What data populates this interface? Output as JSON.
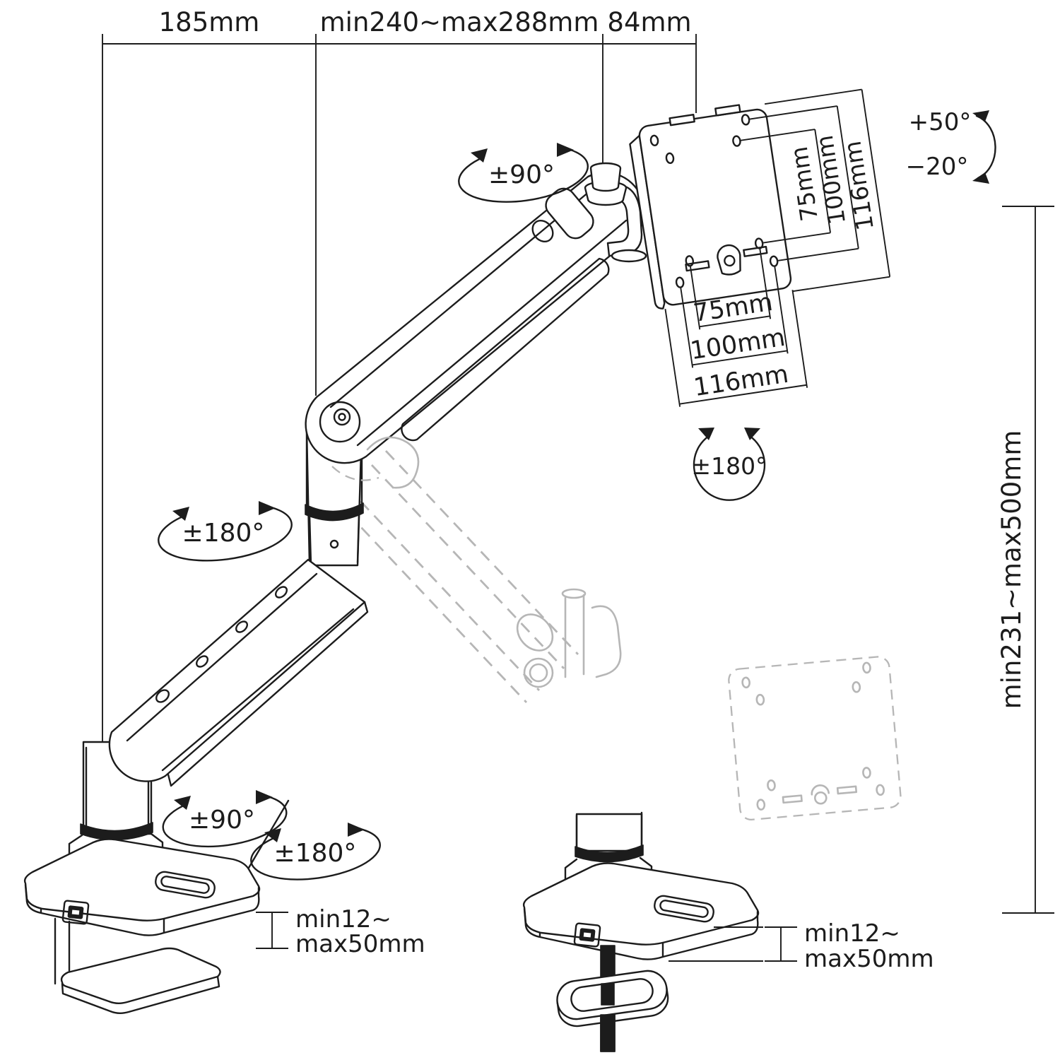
{
  "title": "Monitor arm mount dimension diagram",
  "dims": {
    "top_left": "185mm",
    "top_mid": "min240~max288mm",
    "top_right": "84mm",
    "height": "min231~max500mm",
    "vesa_side_75": "75mm",
    "vesa_side_100": "100mm",
    "vesa_side_116": "116mm",
    "vesa_bottom_75": "75mm",
    "vesa_bottom_100": "100mm",
    "vesa_bottom_116": "116mm",
    "clamp_min": "min12~",
    "clamp_max": "max50mm",
    "grommet_min": "min12~",
    "grommet_max": "max50mm"
  },
  "angles": {
    "tilt_up": "+50°",
    "tilt_down": "−20°",
    "head_swivel": "±90°",
    "vesa_rotation": "±180°",
    "elbow_rotation": "±180°",
    "base_swivel": "±90°",
    "base_rotation": "±180°"
  },
  "colors": {
    "line": "#1c1c1c",
    "ghost": "#b6b6b6",
    "background": "#ffffff"
  }
}
